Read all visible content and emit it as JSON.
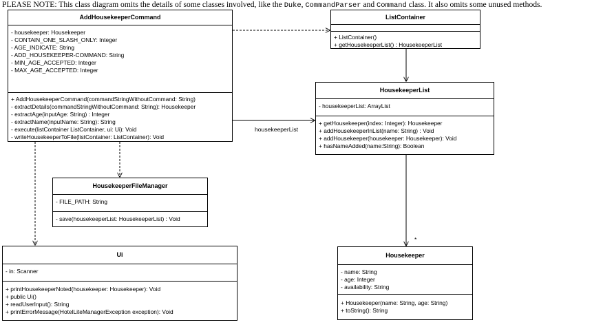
{
  "note": {
    "part1": "PLEASE NOTE: This class diagram omits the details of some classes involved, like the ",
    "duke": "Duke",
    "sep1": ", ",
    "parser": "CommandParser",
    "sep2": " and ",
    "command": "Command",
    "part2": " class. It also omits some unused methods."
  },
  "classes": {
    "add": {
      "name": "AddHousekeeperCommand",
      "attributes": [
        "- housekeeper: Housekeeper",
        "- CONTAIN_ONE_SLASH_ONLY: Integer",
        "- AGE_INDICATE: String",
        "- ADD_HOUSEKEEPER-COMMAND: String",
        "- MIN_AGE_ACCEPTED: Integer",
        "- MAX_AGE_ACCEPTED: Integer"
      ],
      "methods": [
        "+ AddHousekeeperCommand(commandStringWithoutCommand: String)",
        "- extractDetails(commandStringWithoutCommand: String): Housekeeper",
        "- extractAge(inputAge: String) : Integer",
        "- extractName(inputName: String): String",
        "- execute(listContainer ListContainer, ui: Ui): Void",
        "- writeHousekeeperToFile(listContainer: ListContainer): Void"
      ]
    },
    "listContainer": {
      "name": "ListContainer",
      "attributes": [],
      "methods": [
        "+ ListContainer()",
        "+ getHousekeeperList() : HousekeeperList"
      ]
    },
    "housekeeperList": {
      "name": "HousekeeperList",
      "attributes": [
        "- housekeeperList: ArrayList"
      ],
      "methods": [
        "+ getHousekeeper(index: Integer): Housekeeper",
        "+ addHousekeeperInList(name: String) : Void",
        "+ addHousekeeper(housekeeper: Housekeeper): Void",
        "+ hasNameAdded(name:String): Boolean"
      ]
    },
    "fileManager": {
      "name": "HousekeeperFileManager",
      "attributes": [
        "- FILE_PATH: String"
      ],
      "methods": [
        "- save(housekeeperList: HousekeeperList) : Void"
      ]
    },
    "ui": {
      "name": "Ui",
      "attributes": [
        "- in: Scanner"
      ],
      "methods": [
        "+ printHousekeeperNoted(housekeeper: Housekeeper): Void",
        "+ public Ui()",
        "+ readUserInput(): String",
        "+ printErrorMessage(HotelLiteManagerException exception): Void"
      ]
    },
    "housekeeper": {
      "name": "Housekeeper",
      "attributes": [
        "- name: String",
        "- age: Integer",
        "- availability: String"
      ],
      "methods": [
        "+ Housekeeper(name: String, age: String)",
        "+ toString(): String"
      ]
    }
  },
  "edges": {
    "association_label": "housekeeperList",
    "multiplicity": "*"
  }
}
